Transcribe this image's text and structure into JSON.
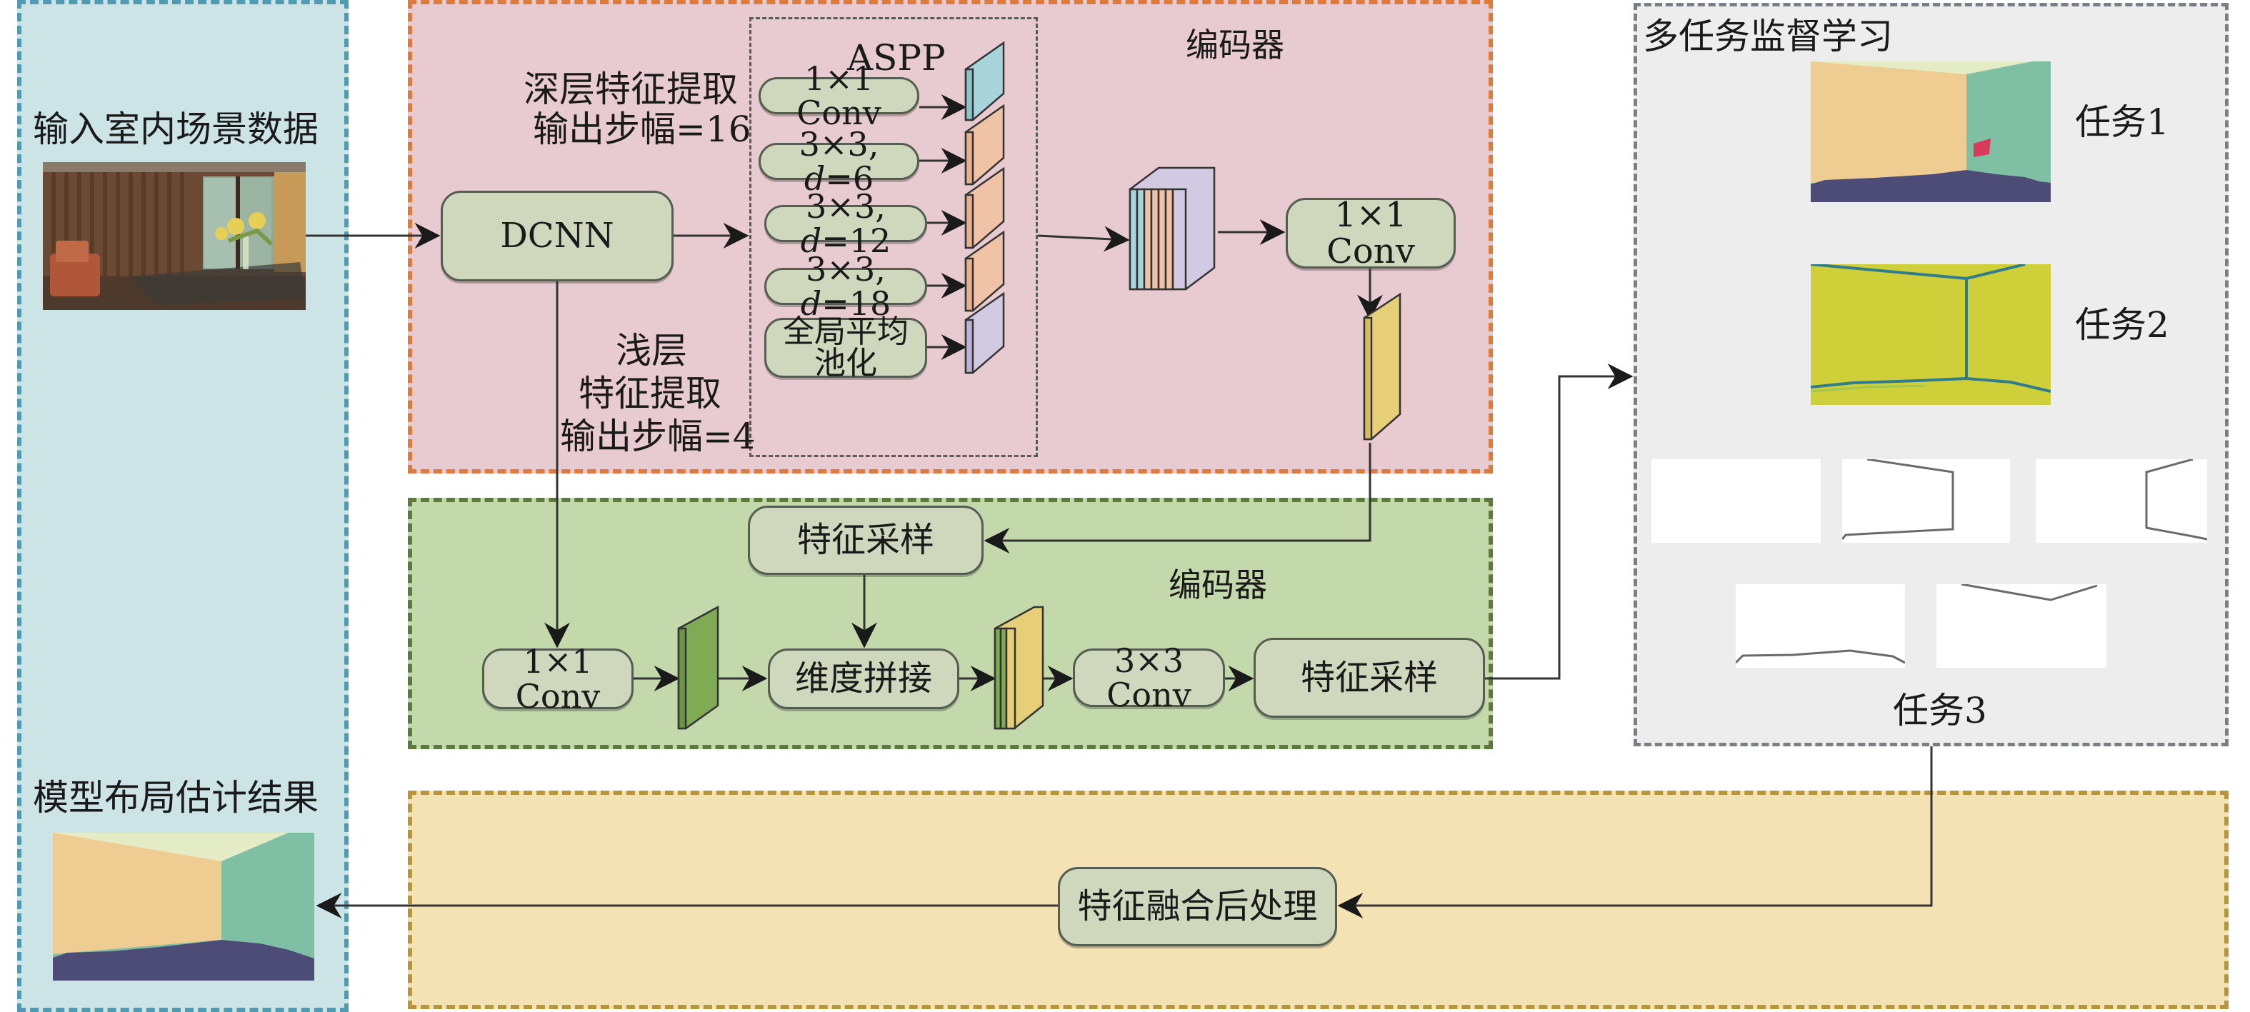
{
  "input_panel": {
    "title": "输入室内场景数据",
    "photo_alt": "indoor scene photo",
    "result_title": "模型布局估计结果",
    "result_alt": "layout estimation result"
  },
  "encoder": {
    "title": "编码器",
    "dcnn_label": "DCNN",
    "deep_feature_line1": "深层特征提取",
    "deep_feature_line2": "输出步幅=16",
    "shallow_line1": "浅层",
    "shallow_line2": "特征提取",
    "shallow_line3": "输出步幅=4",
    "aspp_title": "ASPP",
    "aspp_branches": [
      {
        "label": "1×1 Conv",
        "slab_color": "#a8d4dc"
      },
      {
        "label": "3×3, d=6",
        "prefix": "3×3, ",
        "italic": "d",
        "suffix": "=6",
        "slab_color": "#f0c3a6"
      },
      {
        "label": "3×3, d=12",
        "prefix": "3×3, ",
        "italic": "d",
        "suffix": "=12",
        "slab_color": "#f0c3a6"
      },
      {
        "label": "3×3, d=18",
        "prefix": "3×3, ",
        "italic": "d",
        "suffix": "=18",
        "slab_color": "#f0c3a6"
      },
      {
        "label": "全局平均池化",
        "line1": "全局平均",
        "line2": "池化",
        "slab_color": "#d2c9e3"
      }
    ],
    "conv_label": "1×1 Conv"
  },
  "decoder": {
    "title": "编码器",
    "upsample_top_label": "特征采样",
    "conv1_label": "1×1 Conv",
    "concat_label": "维度拼接",
    "conv3_label": "3×3 Conv",
    "upsample_out_label": "特征采样"
  },
  "multitask": {
    "title": "多任务监督学习",
    "task1_label": "任务1",
    "task2_label": "任务2",
    "task3_label": "任务3"
  },
  "post": {
    "fusion_label": "特征融合后处理"
  },
  "colors": {
    "seg_left_wall": "#efcd92",
    "seg_right_wall": "#7fbfa3",
    "seg_ceiling": "#e3ecc4",
    "seg_floor": "#4d4c76",
    "seg_object": "#d93a5a",
    "edge_bg": "#cfcf3a",
    "edge_line": "#2f7c8c",
    "slab_green": "#7fab55",
    "slab_yellow": "#e7cf7a"
  }
}
